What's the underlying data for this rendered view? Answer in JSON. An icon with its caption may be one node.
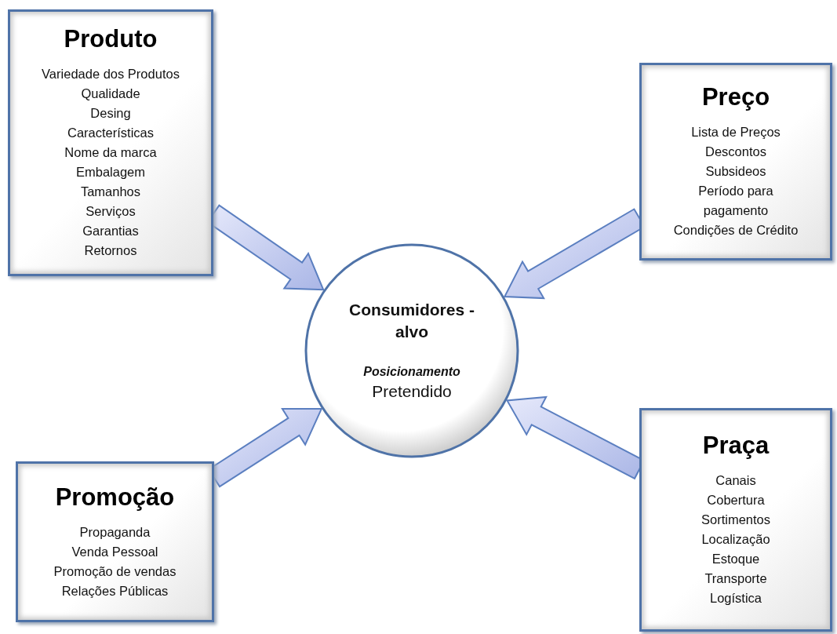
{
  "diagram": {
    "nodes": [
      {
        "text": [
          "Produto",
          "Variedade dos Produtos",
          "Qualidade",
          "Desing",
          "Características",
          "Nome da marca",
          "Embalagem",
          "Tamanhos",
          "Serviços",
          "Garantias",
          "Retornos"
        ]
      },
      {
        "text": [
          "Preço",
          "Lista de Preços",
          "Descontos",
          "Subsideos",
          "Período para pagamento",
          "Condições de Crédito"
        ]
      },
      {
        "text": [
          "Consumidores -alvo",
          "Posicionamento",
          "Pretendido"
        ]
      },
      {
        "text": [
          "Promoção",
          "Propaganda",
          "Venda Pessoal",
          "Promoção de vendas",
          "Relações Públicas"
        ]
      },
      {
        "text": [
          "Praça",
          "Canais",
          "Cobertura",
          "Sortimentos",
          "Localização",
          "Estoque",
          "Transporte",
          "Logística"
        ]
      }
    ],
    "edges": [
      {
        "from": 0,
        "to": 2,
        "arrow": "to"
      },
      {
        "from": 1,
        "to": 2,
        "arrow": "to"
      },
      {
        "from": 3,
        "to": 2,
        "arrow": "to"
      },
      {
        "from": 4,
        "to": 2,
        "arrow": "to"
      }
    ]
  }
}
